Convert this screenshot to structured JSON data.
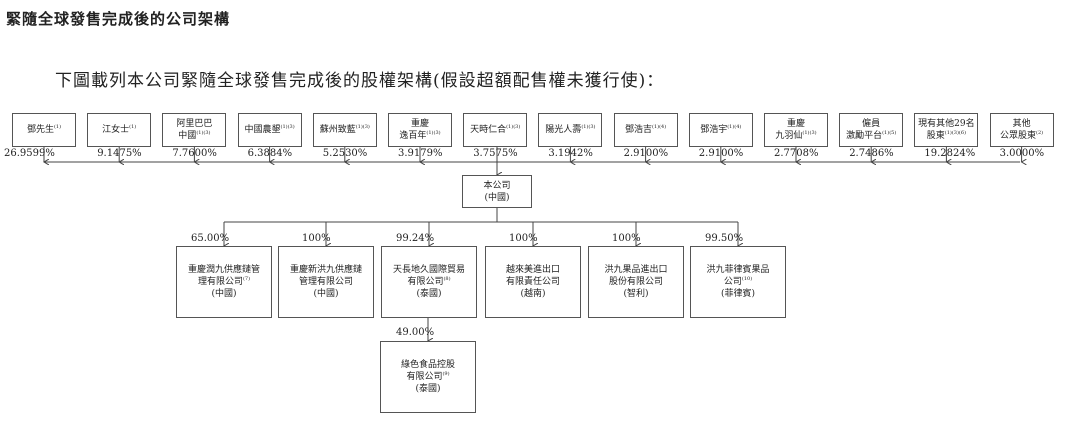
{
  "title": "緊隨全球發售完成後的公司架構",
  "intro": "下圖載列本公司緊隨全球發售完成後的股權架構(假設超額配售權未獲行使)：",
  "shareholders": [
    {
      "lines": [
        "鄧先生"
      ],
      "sup": "(1)",
      "pct": "26.9599%"
    },
    {
      "lines": [
        "江女士"
      ],
      "sup": "(1)",
      "pct": "9.1475%"
    },
    {
      "lines": [
        "阿里巴巴",
        "中國"
      ],
      "sup": "(1)(3)",
      "pct": "7.7600%"
    },
    {
      "lines": [
        "中國農墾"
      ],
      "sup": "(1)(3)",
      "pct": "6.3884%"
    },
    {
      "lines": [
        "蘇州致藍"
      ],
      "sup": "(1)(3)",
      "pct": "5.2530%"
    },
    {
      "lines": [
        "重慶",
        "逸百年"
      ],
      "sup": "(1)(3)",
      "pct": "3.9179%"
    },
    {
      "lines": [
        "天時仁合"
      ],
      "sup": "(1)(3)",
      "pct": "3.7575%"
    },
    {
      "lines": [
        "陽光人壽"
      ],
      "sup": "(1)(3)",
      "pct": "3.1942%"
    },
    {
      "lines": [
        "鄧浩吉"
      ],
      "sup": "(1)(4)",
      "pct": "2.9100%"
    },
    {
      "lines": [
        "鄧浩宇"
      ],
      "sup": "(1)(4)",
      "pct": "2.9100%"
    },
    {
      "lines": [
        "重慶",
        "九羽仙"
      ],
      "sup": "(1)(3)",
      "pct": "2.7708%"
    },
    {
      "lines": [
        "僱員",
        "激勵平台"
      ],
      "sup": "(1)(5)",
      "pct": "2.7486%"
    },
    {
      "lines": [
        "現有其他29名",
        "股東"
      ],
      "sup": "(1)(3)(6)",
      "pct": "19.2824%"
    },
    {
      "lines": [
        "其他",
        "公眾股東"
      ],
      "sup": "(2)",
      "pct": "3.0000%"
    }
  ],
  "company": {
    "lines": [
      "本公司",
      "(中國)"
    ]
  },
  "subsidiaries": [
    {
      "lines": [
        "重慶潤九供應鏈管",
        "理有限公司",
        "(中國)"
      ],
      "sup": "(7)",
      "pct": "65.00%"
    },
    {
      "lines": [
        "重慶新洪九供應鏈",
        "管理有限公司",
        "(中國)"
      ],
      "sup": "",
      "pct": "100%"
    },
    {
      "lines": [
        "天長地久國際貿易",
        "有限公司",
        "(泰國)"
      ],
      "sup": "(8)",
      "pct": "99.24%"
    },
    {
      "lines": [
        "越來美進出口",
        "有限責任公司",
        "(越南)"
      ],
      "sup": "",
      "pct": "100%"
    },
    {
      "lines": [
        "洪九果品進出口",
        "股份有限公司",
        "(智利)"
      ],
      "sup": "",
      "pct": "100%"
    },
    {
      "lines": [
        "洪九菲律賓果品",
        "公司",
        "(菲律賓)"
      ],
      "sup": "(10)",
      "pct": "99.50%"
    }
  ],
  "sub_sub": {
    "lines": [
      "綠色食品控股",
      "有限公司",
      "(泰國)"
    ],
    "sup": "(9)",
    "pct": "49.00%"
  }
}
